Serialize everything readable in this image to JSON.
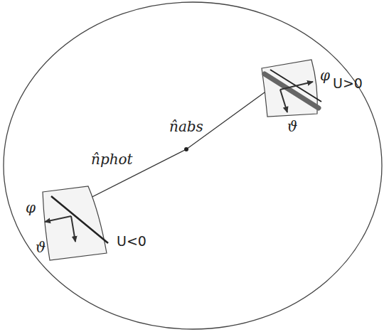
{
  "diagram": {
    "labels": [
      "φ",
      "U>0",
      "n̂abs",
      "ϑ",
      "n̂phot",
      "φ",
      "ϑ",
      "U<0"
    ]
  }
}
